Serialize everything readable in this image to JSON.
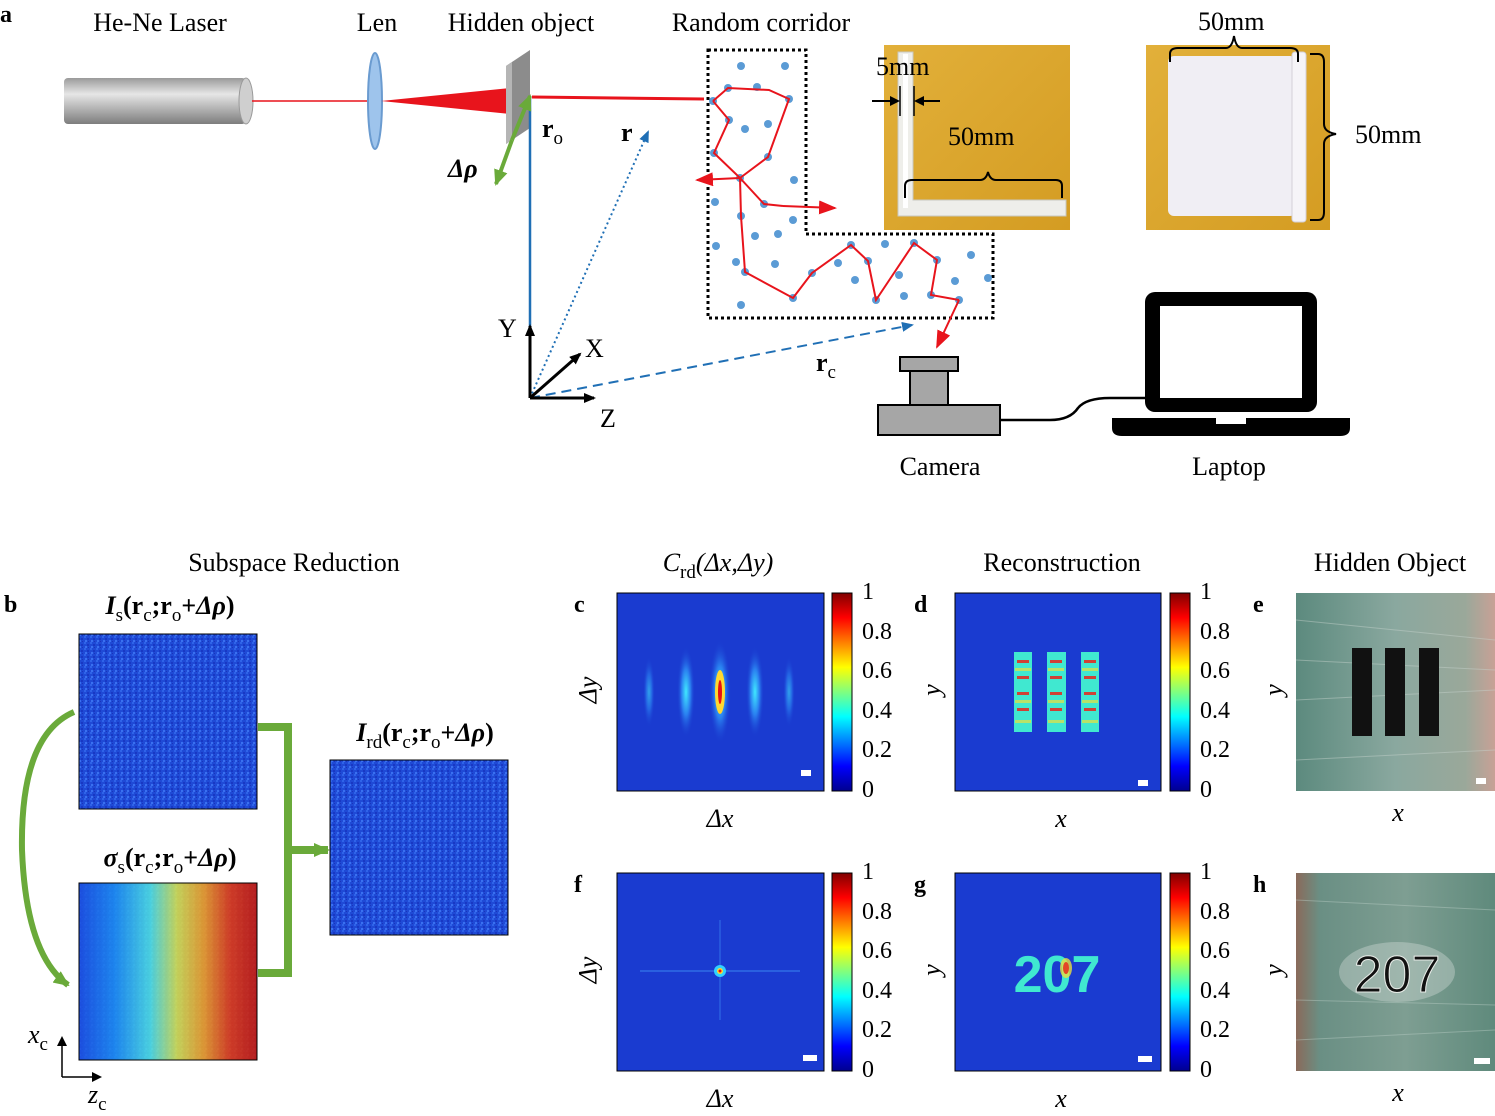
{
  "panels": {
    "a": "a",
    "b": "b",
    "c": "c",
    "d": "d",
    "e": "e",
    "f": "f",
    "g": "g",
    "h": "h"
  },
  "setup": {
    "laser": "He-Ne Laser",
    "lens": "Len",
    "hidden_object": "Hidden object",
    "random_corridor": "Random corridor",
    "camera": "Camera",
    "laptop": "Laptop",
    "dim_5mm": "5mm",
    "dim_50mm_a": "50mm",
    "dim_50mm_b": "50mm",
    "dim_50mm_c": "50mm",
    "vec_r": "r",
    "vec_ro": "r",
    "vec_ro_sub": "o",
    "vec_rc": "r",
    "vec_rc_sub": "c",
    "delta_rho": "Δρ",
    "axis_x": "X",
    "axis_y": "Y",
    "axis_z": "Z"
  },
  "subspace": {
    "title": "Subspace Reduction",
    "xc": "x",
    "xc_sub": "c",
    "zc": "z",
    "zc_sub": "c"
  },
  "columns": {
    "c_title_main": "C",
    "c_title_sub": "rd",
    "c_title_args": "(Δx,Δy)",
    "reconstruction": "Reconstruction",
    "hidden_object": "Hidden Object"
  },
  "axes": {
    "dx": "Δx",
    "dy": "Δy",
    "x": "x",
    "y": "y"
  },
  "colorbar_ticks": [
    "1",
    "0.8",
    "0.6",
    "0.4",
    "0.2",
    "0"
  ],
  "object_text": "207",
  "colors": {
    "beam": "#e8141c",
    "vector_blue": "#1f6fb5",
    "green": "#6aaa3a",
    "scatter": "#5b9bd5",
    "field_blue": "#1a3bd0"
  }
}
